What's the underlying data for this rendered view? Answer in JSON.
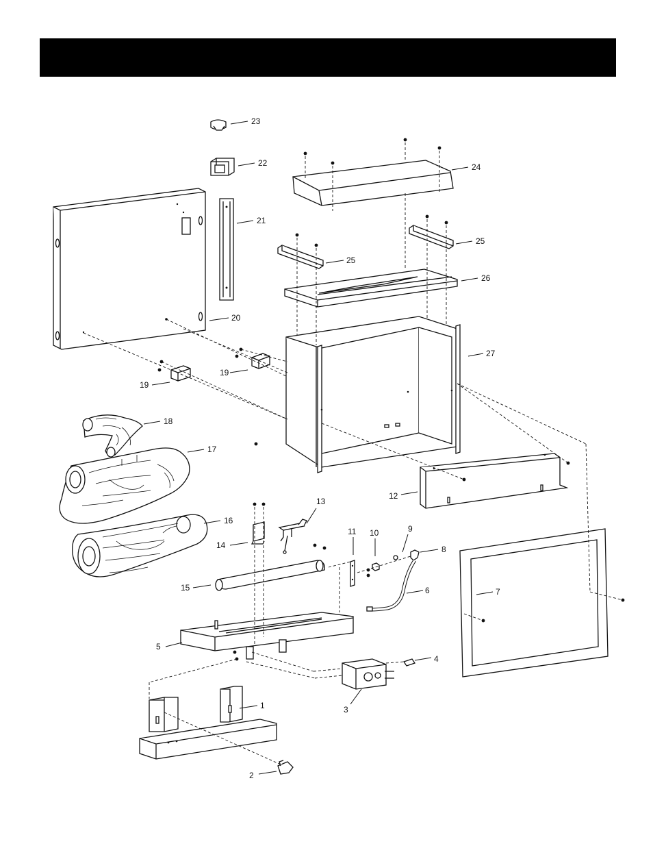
{
  "header": {
    "title": ""
  },
  "callouts": [
    {
      "id": "23",
      "label": "23"
    },
    {
      "id": "22",
      "label": "22"
    },
    {
      "id": "21",
      "label": "21"
    },
    {
      "id": "20",
      "label": "20"
    },
    {
      "id": "24",
      "label": "24"
    },
    {
      "id": "25a",
      "label": "25"
    },
    {
      "id": "25b",
      "label": "25"
    },
    {
      "id": "26",
      "label": "26"
    },
    {
      "id": "27",
      "label": "27"
    },
    {
      "id": "19a",
      "label": "19"
    },
    {
      "id": "19b",
      "label": "19"
    },
    {
      "id": "18",
      "label": "18"
    },
    {
      "id": "17",
      "label": "17"
    },
    {
      "id": "16",
      "label": "16"
    },
    {
      "id": "12",
      "label": "12"
    },
    {
      "id": "13",
      "label": "13"
    },
    {
      "id": "14",
      "label": "14"
    },
    {
      "id": "11",
      "label": "11"
    },
    {
      "id": "10",
      "label": "10"
    },
    {
      "id": "9",
      "label": "9"
    },
    {
      "id": "8",
      "label": "8"
    },
    {
      "id": "15",
      "label": "15"
    },
    {
      "id": "6",
      "label": "6"
    },
    {
      "id": "7",
      "label": "7"
    },
    {
      "id": "5",
      "label": "5"
    },
    {
      "id": "4",
      "label": "4"
    },
    {
      "id": "3",
      "label": "3"
    },
    {
      "id": "1",
      "label": "1"
    },
    {
      "id": "2",
      "label": "2"
    }
  ]
}
